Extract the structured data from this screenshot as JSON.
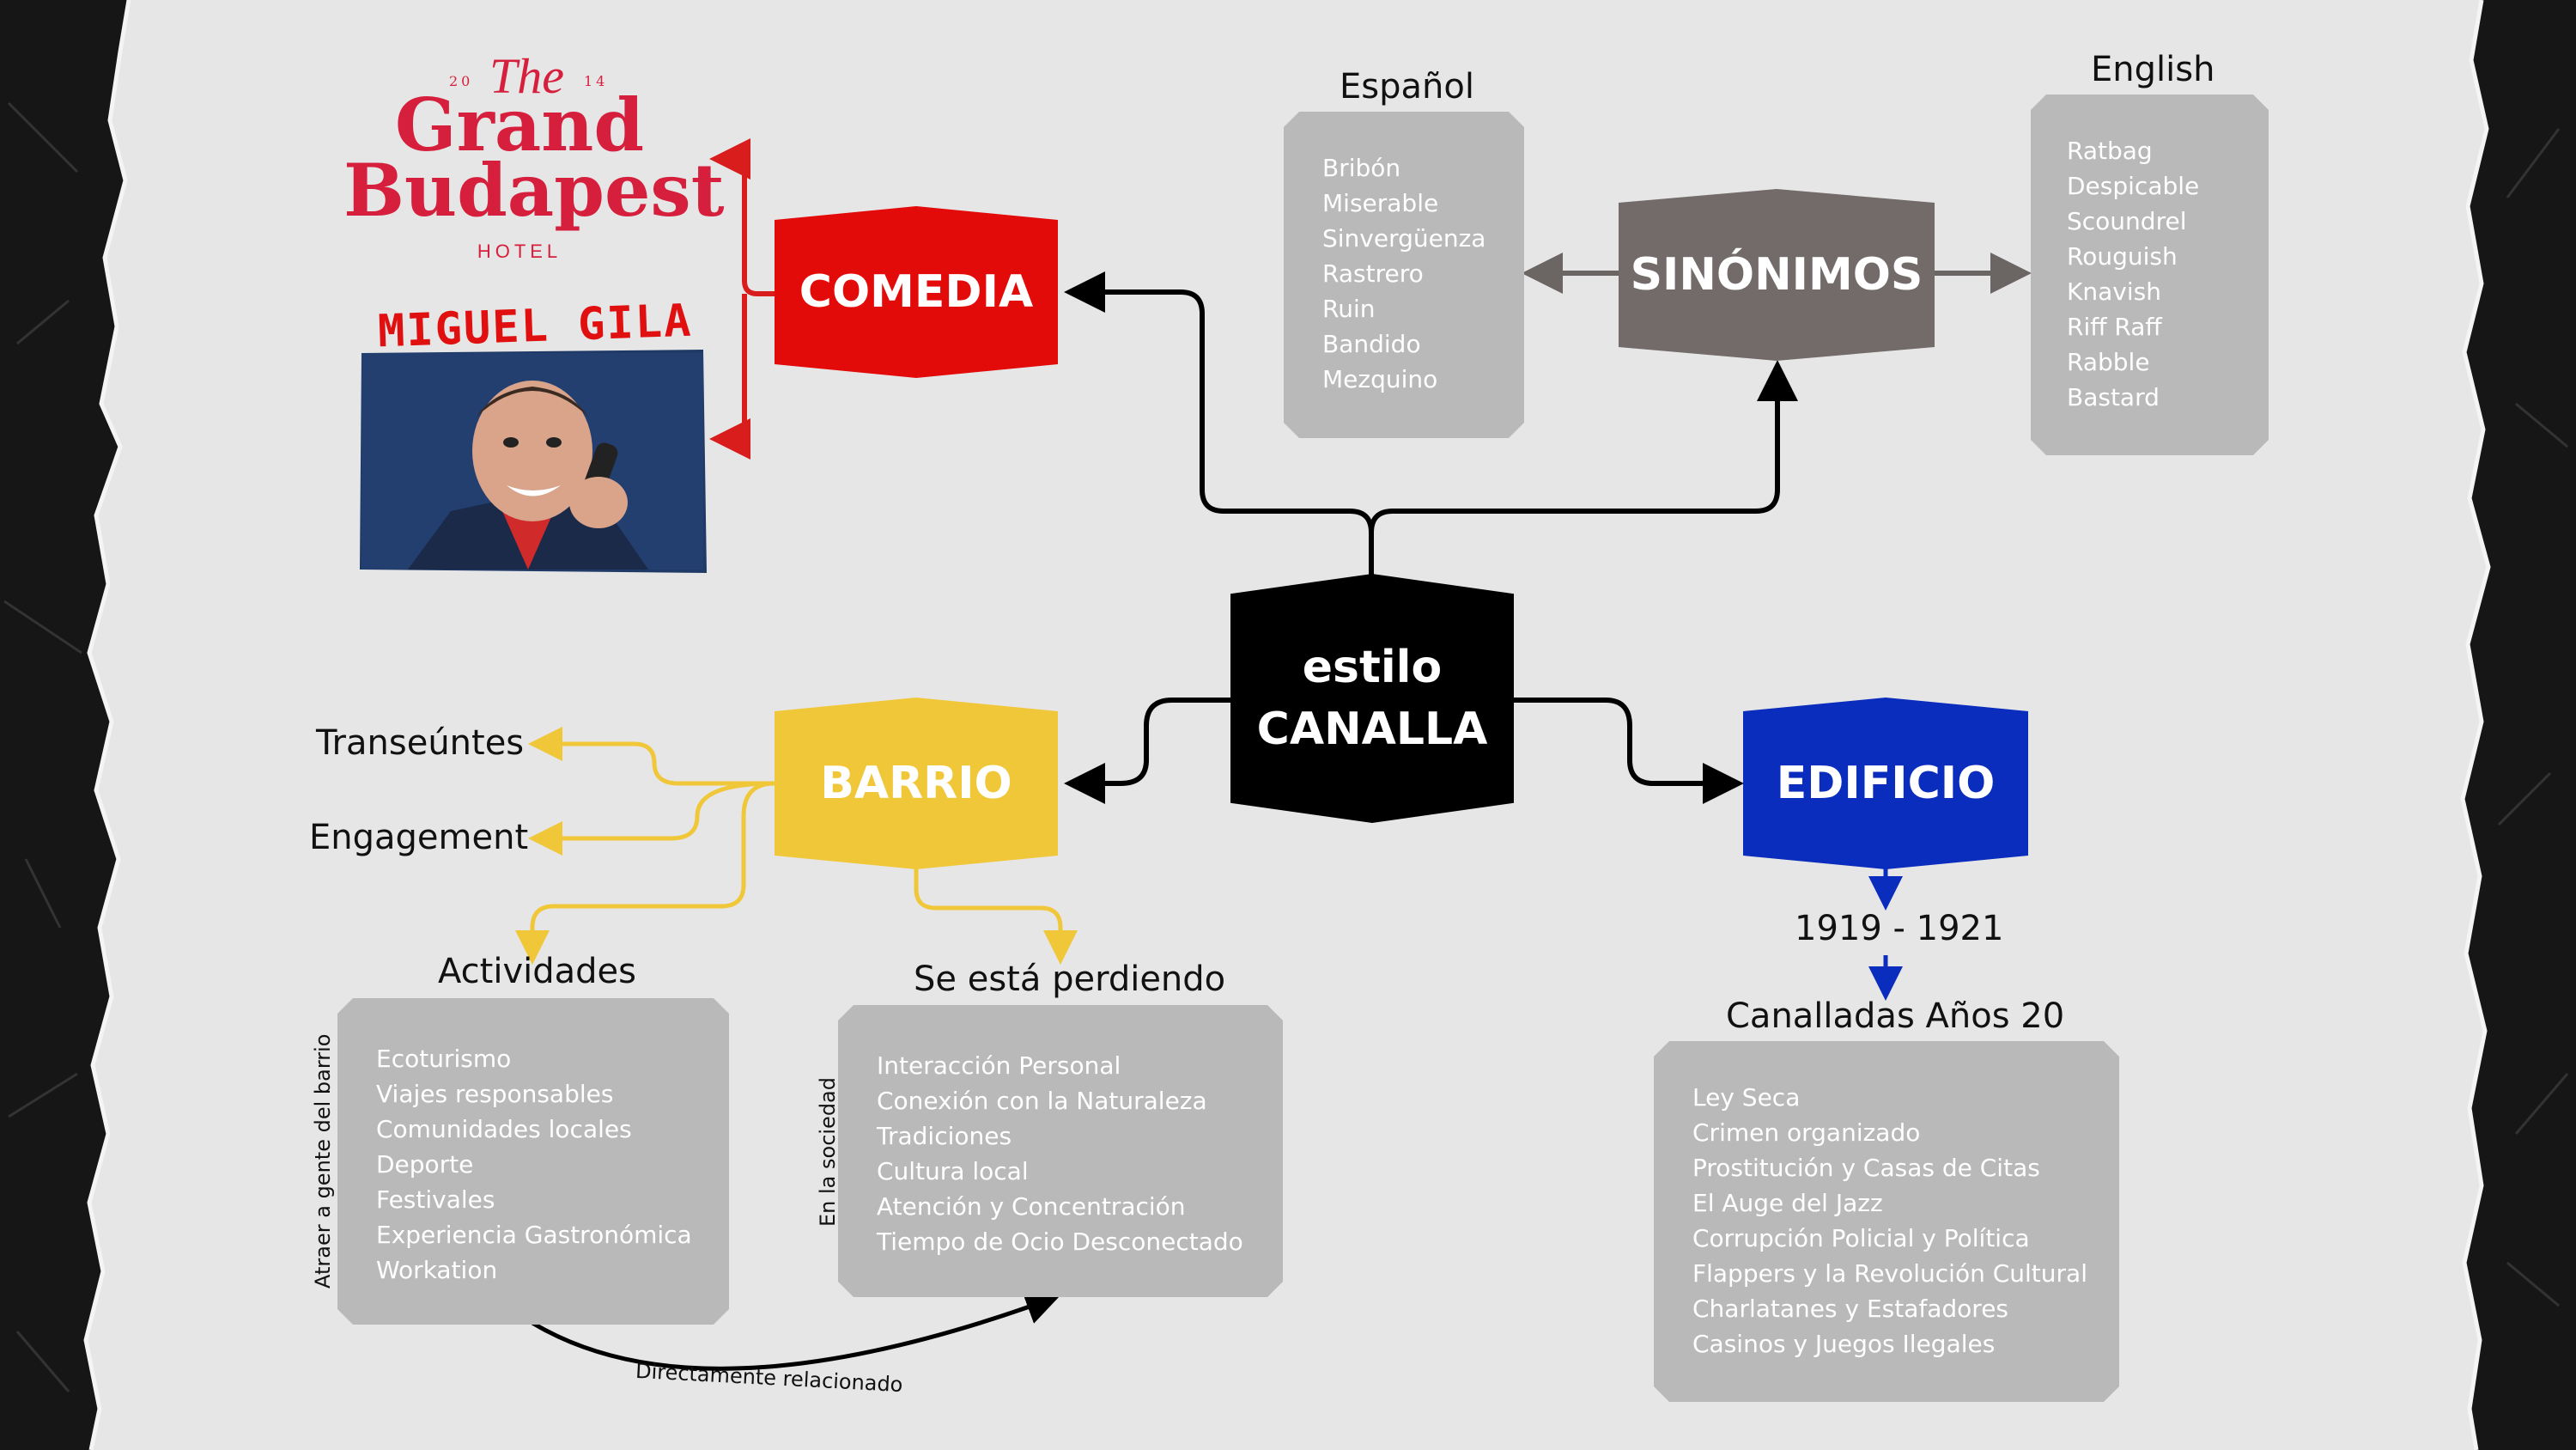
{
  "logo": {
    "the": "The",
    "year_left": "20",
    "year_right": "14",
    "line1": "Grand",
    "line2": "Budapest",
    "hotel": "HOTEL"
  },
  "photo": {
    "caption": "MIGUEL GILA"
  },
  "nodes": {
    "comedia": "COMEDIA",
    "sinonimos": "SINÓNIMOS",
    "center_line1": "estilo",
    "center_line2": "CANALLA",
    "barrio": "BARRIO",
    "edificio": "EDIFICIO"
  },
  "sinonimos": {
    "es_title": "Español",
    "es_items": [
      "Bribón",
      "Miserable",
      "Sinvergüenza",
      "Rastrero",
      "Ruin",
      "Bandido",
      "Mezquino"
    ],
    "en_title": "English",
    "en_items": [
      "Ratbag",
      "Despicable",
      "Scoundrel",
      "Rouguish",
      "Knavish",
      "Riff Raff",
      "Rabble",
      "Bastard"
    ]
  },
  "barrio": {
    "transeuntes": "Transeúntes",
    "engagement": "Engagement",
    "actividades_title": "Actividades",
    "actividades_side": "Atraer a gente del barrio",
    "actividades_items": [
      "Ecoturismo",
      "Viajes responsables",
      "Comunidades locales",
      "Deporte",
      "Festivales",
      "Experiencia Gastronómica",
      "Workation"
    ],
    "perdiendo_title": "Se está perdiendo",
    "perdiendo_side": "En la sociedad",
    "perdiendo_items": [
      "Interacción Personal",
      "Conexión con la Naturaleza",
      "Tradiciones",
      "Cultura local",
      "Atención y Concentración",
      "Tiempo de Ocio Desconectado"
    ],
    "relation": "Directamente relacionado"
  },
  "edificio": {
    "years": "1919 - 1921",
    "canalladas_title": "Canalladas Años 20",
    "canalladas_items": [
      "Ley Seca",
      "Crimen organizado",
      "Prostitución y Casas de Citas",
      "El Auge del Jazz",
      "Corrupción Policial y Política",
      "Flappers y la Revolución Cultural",
      "Charlatanes y Estafadores",
      "Casinos y Juegos Ilegales"
    ]
  },
  "colors": {
    "comedia": "#e30a0a",
    "sinonimos": "#726b6a",
    "center": "#000000",
    "barrio": "#f1c73a",
    "edificio": "#0a2dbe",
    "panel": "#b9b9b9",
    "logo": "#d61f3c"
  }
}
